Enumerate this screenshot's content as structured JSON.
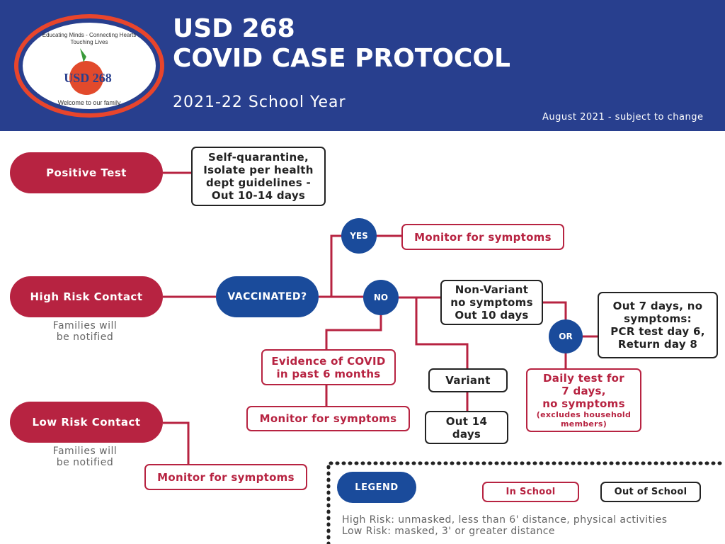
{
  "header": {
    "title_line1": "USD 268",
    "title_line2": "COVID CASE PROTOCOL",
    "subtitle": "2021-22 School Year",
    "date_note": "August 2021 - subject to change",
    "logo": {
      "top_text": "Educating Minds - Connecting Hearts",
      "top_text2": "Touching Lives",
      "center": "USD 268",
      "bottom_text": "Welcome to our family"
    }
  },
  "colors": {
    "header": "#283f8e",
    "red": "#b72341",
    "blue": "#1a4b9b"
  },
  "positive": {
    "label": "Positive Test",
    "result": [
      "Self-quarantine,",
      "Isolate per health",
      "dept guidelines -",
      "Out 10-14 days"
    ]
  },
  "high": {
    "label": "High Risk Contact",
    "note": [
      "Families will",
      "be notified"
    ],
    "question": "VACCINATED?",
    "yes": "YES",
    "yes_result": "Monitor for symptoms",
    "no": "NO",
    "evidence": [
      "Evidence of COVID",
      "in past 6 months"
    ],
    "evidence_result": "Monitor for symptoms",
    "nonvariant": [
      "Non-Variant",
      "no symptoms",
      "Out 10 days"
    ],
    "or": "OR",
    "out7": [
      "Out 7 days, no",
      "symptoms:",
      "PCR test day 6,",
      "Return day 8"
    ],
    "daily": [
      "Daily test for",
      "7 days,",
      "no symptoms"
    ],
    "daily_note": [
      "(excludes household",
      "members)"
    ],
    "variant": "Variant",
    "out14": [
      "Out 14",
      "days"
    ]
  },
  "low": {
    "label": "Low Risk Contact",
    "note": [
      "Families will",
      "be notified"
    ],
    "result": "Monitor for symptoms"
  },
  "legend": {
    "label": "LEGEND",
    "in_school": "In School",
    "out_school": "Out of School",
    "high_def": "High Risk: unmasked, less than 6' distance, physical activities",
    "low_def": "Low Risk: masked, 3' or greater distance"
  }
}
